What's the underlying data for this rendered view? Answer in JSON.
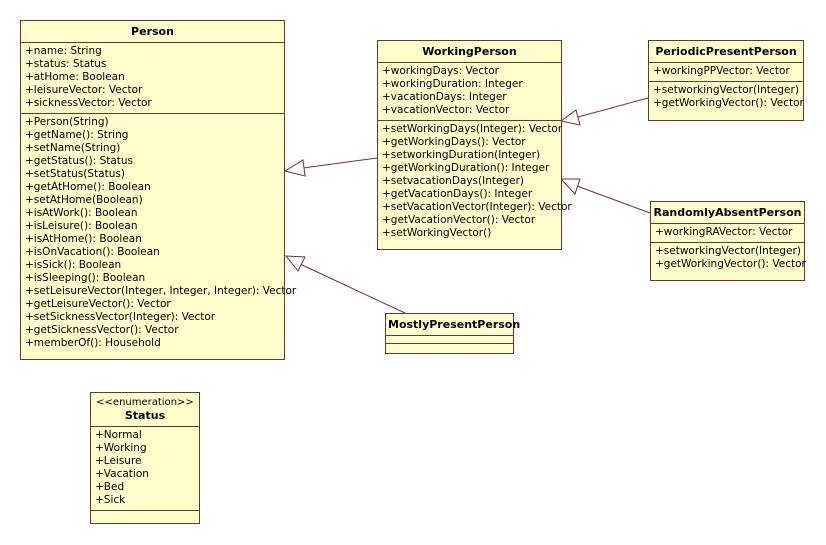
{
  "classes": {
    "person": {
      "name": "Person",
      "attributes": [
        "+name: String",
        "+status: Status",
        "+atHome: Boolean",
        "+leisureVector: Vector",
        "+sicknessVector: Vector"
      ],
      "operations": [
        "+Person(String)",
        "+getName(): String",
        "+setName(String)",
        "+getStatus(): Status",
        "+setStatus(Status)",
        "+getAtHome(): Boolean",
        "+setAtHome(Boolean)",
        "+isAtWork(): Boolean",
        "+isLeisure(): Boolean",
        "+isAtHome(): Boolean",
        "+isOnVacation(): Boolean",
        "+isSick(): Boolean",
        "+isSleeping(): Boolean",
        "+setLeisureVector(Integer, Integer, Integer): Vector",
        "+getLeisureVector(): Vector",
        "+setSicknessVector(Integer): Vector",
        "+getSicknessVector(): Vector",
        "+memberOf(): Household"
      ]
    },
    "working_person": {
      "name": "WorkingPerson",
      "attributes": [
        "+workingDays: Vector",
        "+workingDuration: Integer",
        "+vacationDays: Integer",
        "+vacationVector: Vector"
      ],
      "operations": [
        "+setWorkingDays(Integer): Vector",
        "+getWorkingDays(): Vector",
        "+setworkingDuration(Integer)",
        "+getWorkingDuration(): Integer",
        "+setvacationDays(Integer)",
        "+getVacationDays(): Integer",
        "+setVacationVector(Integer): Vector",
        "+getVacationVector(): Vector",
        "+setWorkingVector()"
      ]
    },
    "periodic_present_person": {
      "name": "PeriodicPresentPerson",
      "attributes": [
        "+workingPPVector: Vector"
      ],
      "operations": [
        "+setworkingVector(Integer)",
        "+getWorkingVector(): Vector"
      ]
    },
    "randomly_absent_person": {
      "name": "RandomlyAbsentPerson",
      "attributes": [
        "+workingRAVector: Vector"
      ],
      "operations": [
        "+setworkingVector(Integer)",
        "+getWorkingVector(): Vector"
      ]
    },
    "mostly_present_person": {
      "name": "MostlyPresentPerson",
      "attributes": [],
      "operations": []
    },
    "status": {
      "stereotype": "<<enumeration>>",
      "name": "Status",
      "literals": [
        "+Normal",
        "+Working",
        "+Leisure",
        "+Vacation",
        "+Bed",
        "+Sick"
      ]
    }
  },
  "colors": {
    "fill": "#ffffcc",
    "border": "#7a2e2e"
  }
}
